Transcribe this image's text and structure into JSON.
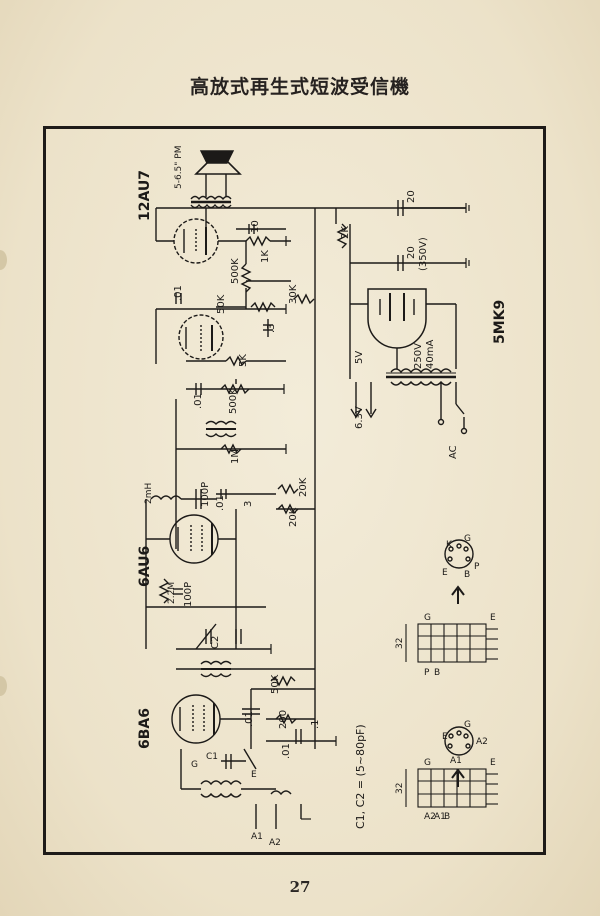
{
  "page": {
    "title": "高放式再生式短波受信機",
    "page_number": "27"
  },
  "schematic": {
    "tubes": [
      {
        "name": "12AU7"
      },
      {
        "name": "6AU6"
      },
      {
        "name": "6BA6"
      },
      {
        "name": "5MK9"
      }
    ],
    "speaker": "5-6.5\" PM",
    "components": [
      "10",
      "1K",
      "500K",
      "50K",
      "30K",
      ".01",
      ".3",
      "5K",
      ".01",
      "500K",
      "1M",
      "2mH",
      "100P",
      "20K",
      ".01",
      "3",
      "20K",
      "2.2M",
      "100P",
      "C2",
      "50K",
      ".01",
      "200",
      ".1",
      ".01"
    ],
    "power": [
      "2K",
      "20",
      "20",
      "(350V)",
      "5V",
      "6.3V",
      "250V",
      "40mA",
      "AC"
    ],
    "formula": "C1, C2 = (5~80pF)",
    "pin_labels": [
      "K",
      "G",
      "E",
      "B",
      "P",
      "G",
      "A2",
      "A1",
      "E"
    ],
    "coil_labels": [
      "G",
      "E",
      "32",
      "P",
      "B",
      "G",
      "E",
      "32",
      "A2",
      "A1",
      "B"
    ],
    "antenna_labels": [
      "G",
      "C1",
      "E",
      "A1",
      "A2"
    ]
  }
}
